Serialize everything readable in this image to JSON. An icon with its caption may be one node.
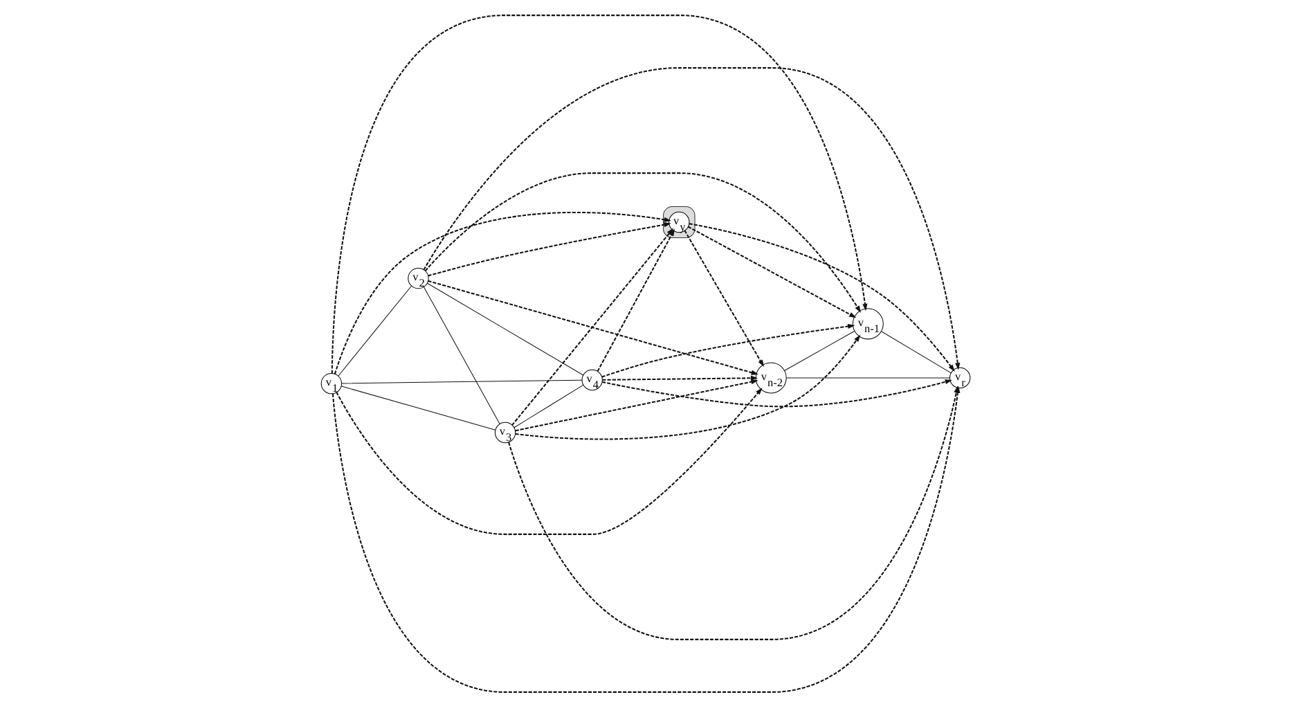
{
  "diagram": {
    "nodes": [
      {
        "text": [],
        "shape": "cloud"
      },
      {
        "text": [
          "v$_{y}$"
        ],
        "in": 0
      },
      {
        "text": [
          "v$_{2}$"
        ]
      },
      {
        "text": [
          "v$_{4}$"
        ]
      },
      {
        "text": [
          "v$_{r}$"
        ]
      },
      {
        "text": [
          "v$_{1}$"
        ]
      },
      {
        "text": [
          "v$_{n-1}$"
        ]
      },
      {
        "text": [
          "v$_{3}$"
        ]
      },
      {
        "text": [
          "v$_{n-2}$"
        ]
      }
    ],
    "edges": [
      {
        "from": 5,
        "to": 2,
        "arrow": "none"
      },
      {
        "from": 5,
        "to": 3,
        "arrow": "none"
      },
      {
        "from": 5,
        "to": 7,
        "arrow": "none"
      },
      {
        "from": 2,
        "to": 7,
        "arrow": "none"
      },
      {
        "from": 2,
        "to": 3,
        "arrow": "none"
      },
      {
        "from": 7,
        "to": 3,
        "arrow": "none"
      },
      {
        "from": 6,
        "to": 4,
        "arrow": "none"
      },
      {
        "from": 8,
        "to": 6,
        "arrow": "none"
      },
      {
        "from": 8,
        "to": 4,
        "arrow": "none"
      },
      {
        "from": 2,
        "to": 1,
        "arrow": "to",
        "style": "dashed"
      },
      {
        "from": 2,
        "to": 4,
        "arrow": "to",
        "style": "dashed"
      },
      {
        "from": 2,
        "to": 6,
        "arrow": "to",
        "style": "dashed"
      },
      {
        "from": 2,
        "to": 8,
        "arrow": "to",
        "style": "dashed"
      },
      {
        "from": 3,
        "to": 1,
        "arrow": "to",
        "style": "dashed"
      },
      {
        "from": 3,
        "to": 4,
        "arrow": "to",
        "style": "dashed"
      },
      {
        "from": 3,
        "to": 6,
        "arrow": "to",
        "style": "dashed"
      },
      {
        "from": 3,
        "to": 8,
        "arrow": "to",
        "style": "dashed"
      },
      {
        "from": 5,
        "to": 1,
        "arrow": "to",
        "style": "dashed"
      },
      {
        "from": 5,
        "to": 4,
        "arrow": "to",
        "style": "dashed"
      },
      {
        "from": 5,
        "to": 6,
        "arrow": "to",
        "style": "dashed"
      },
      {
        "from": 5,
        "to": 8,
        "arrow": "to",
        "style": "dashed"
      },
      {
        "from": 7,
        "to": 1,
        "arrow": "to",
        "style": "dashed"
      },
      {
        "from": 7,
        "to": 4,
        "arrow": "to",
        "style": "dashed"
      },
      {
        "from": 7,
        "to": 6,
        "arrow": "to",
        "style": "dashed"
      },
      {
        "from": 7,
        "to": 8,
        "arrow": "to",
        "style": "dashed"
      },
      {
        "from": 1,
        "to": 4,
        "arrow": "to",
        "style": "dashed"
      },
      {
        "from": 1,
        "to": 6,
        "arrow": "to",
        "style": "dashed"
      },
      {
        "from": 1,
        "to": 8,
        "arrow": "to",
        "style": "dashed"
      }
    ]
  }
}
